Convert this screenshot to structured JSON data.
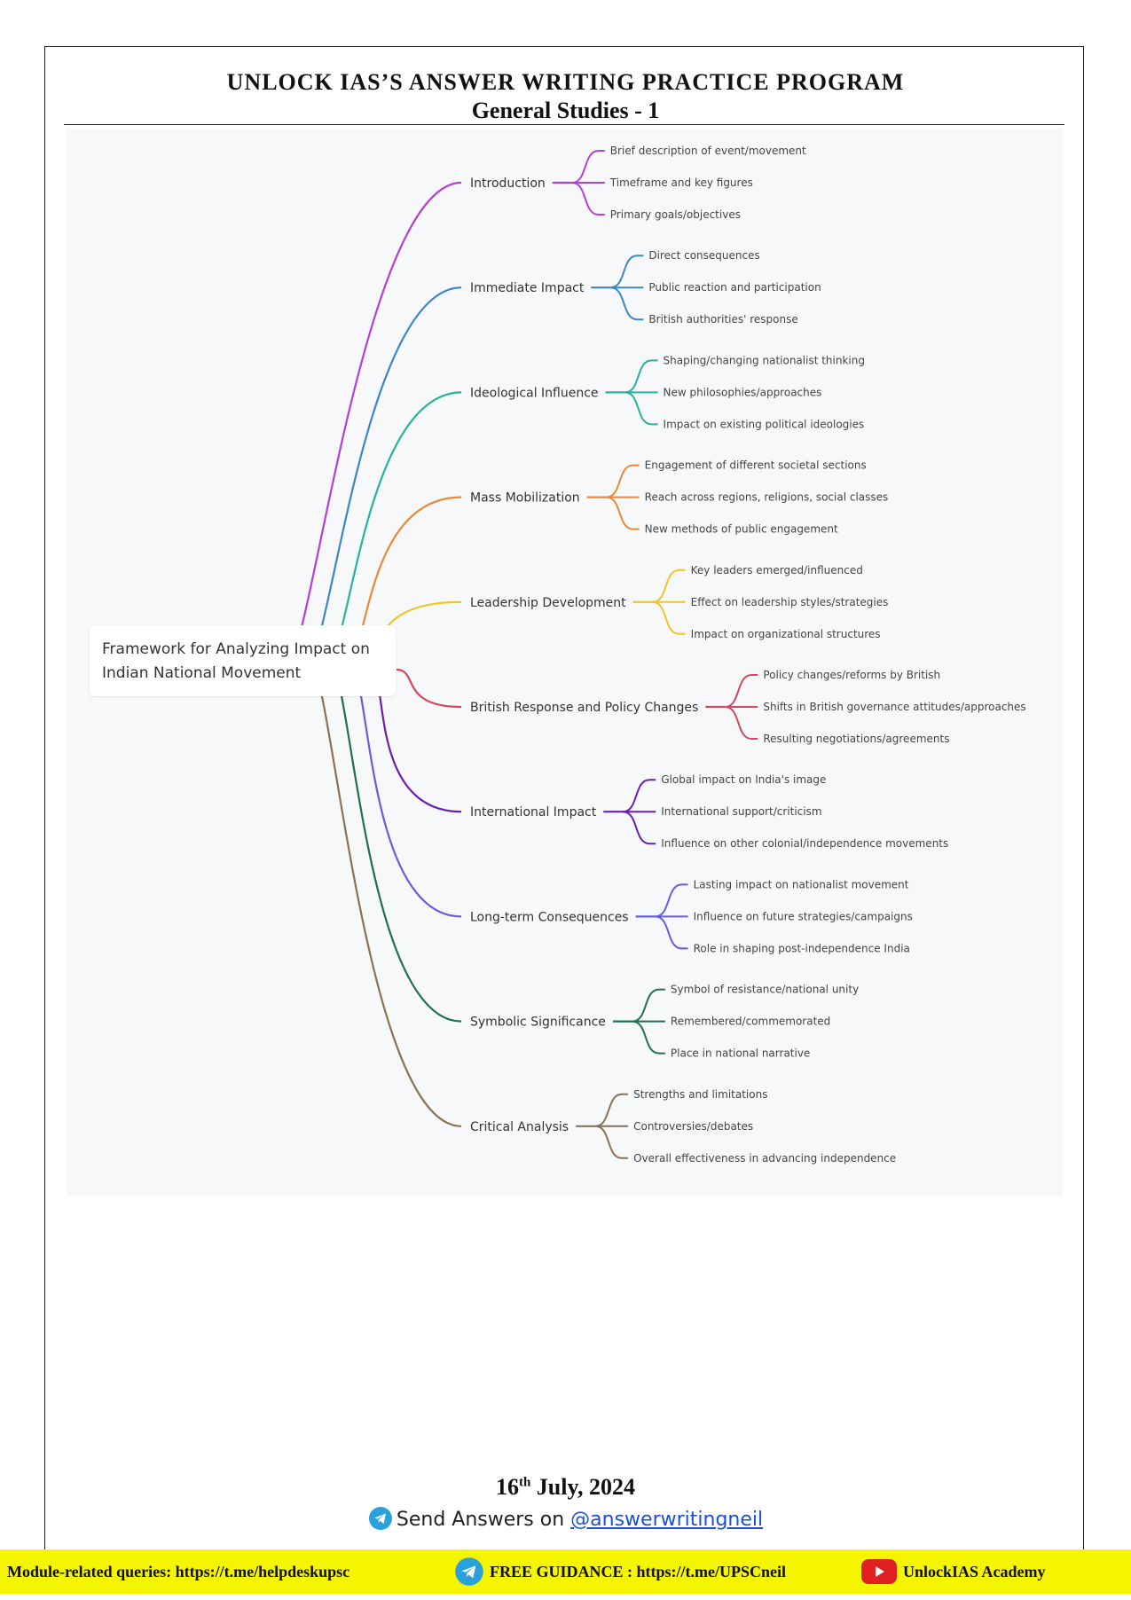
{
  "header": {
    "title": "UNLOCK IAS’S ANSWER WRITING PRACTICE PROGRAM",
    "subtitle": "General Studies - 1"
  },
  "diagram": {
    "root": {
      "line1": "Framework for Analyzing Impact on",
      "line2": "Indian National Movement"
    },
    "branches": [
      {
        "label": "Introduction",
        "color": "#b43fd6",
        "children": [
          "Brief description of event/movement",
          "Timeframe and key figures",
          "Primary goals/objectives"
        ]
      },
      {
        "label": "Immediate Impact",
        "color": "#3a86c8",
        "children": [
          "Direct consequences",
          "Public reaction and participation",
          "British authorities' response"
        ]
      },
      {
        "label": "Ideological Influence",
        "color": "#26b39a",
        "children": [
          "Shaping/changing nationalist thinking",
          "New philosophies/approaches",
          "Impact on existing political ideologies"
        ]
      },
      {
        "label": "Mass Mobilization",
        "color": "#e8893a",
        "children": [
          "Engagement of different societal sections",
          "Reach across regions, religions, social classes",
          "New methods of public engagement"
        ]
      },
      {
        "label": "Leadership Development",
        "color": "#f0c52a",
        "children": [
          "Key leaders emerged/influenced",
          "Effect on leadership styles/strategies",
          "Impact on organizational structures"
        ]
      },
      {
        "label": "British Response and Policy Changes",
        "color": "#cf4a5e",
        "children": [
          "Policy changes/reforms by British",
          "Shifts in British governance attitudes/approaches",
          "Resulting negotiations/agreements"
        ]
      },
      {
        "label": "International Impact",
        "color": "#6a1fb0",
        "children": [
          "Global impact on India's image",
          "International support/criticism",
          "Influence on other colonial/independence movements"
        ]
      },
      {
        "label": "Long-term Consequences",
        "color": "#6a5ae0",
        "children": [
          "Lasting impact on nationalist movement",
          "Influence on future strategies/campaigns",
          "Role in shaping post-independence India"
        ]
      },
      {
        "label": "Symbolic Significance",
        "color": "#1f6e55",
        "children": [
          "Symbol of resistance/national unity",
          "Remembered/commemorated",
          "Place in national narrative"
        ]
      },
      {
        "label": "Critical Analysis",
        "color": "#8a7255",
        "children": [
          "Strengths and limitations",
          "Controversies/debates",
          "Overall effectiveness in advancing independence"
        ]
      }
    ]
  },
  "date": {
    "day": "16",
    "suffix": "th",
    "rest": " July, 2024"
  },
  "send": {
    "prefix": "Send Answers on ",
    "handle": "@answerwritingneil"
  },
  "footer": {
    "left": "Module-related queries: https://t.me/helpdeskupsc",
    "middle": "FREE GUIDANCE : https://t.me/UPSCneil",
    "right": "UnlockIAS Academy"
  }
}
